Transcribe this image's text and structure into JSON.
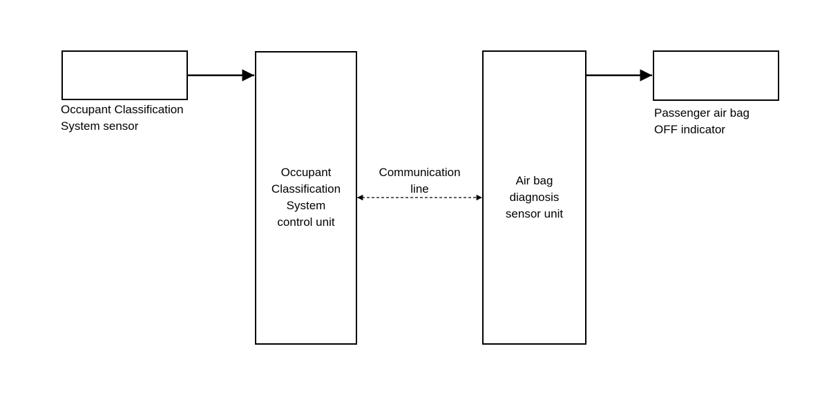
{
  "diagram": {
    "sensor": {
      "label_line1": "Occupant Classification",
      "label_line2": "System sensor"
    },
    "control_unit": {
      "line1": "Occupant",
      "line2": "Classification",
      "line3": "System",
      "line4": "control unit"
    },
    "communication": {
      "line1": "Communication",
      "line2": "line"
    },
    "diagnosis_unit": {
      "line1": "Air bag",
      "line2": "diagnosis",
      "line3": "sensor unit"
    },
    "indicator": {
      "label_line1": "Passenger air bag",
      "label_line2": "OFF indicator"
    }
  }
}
